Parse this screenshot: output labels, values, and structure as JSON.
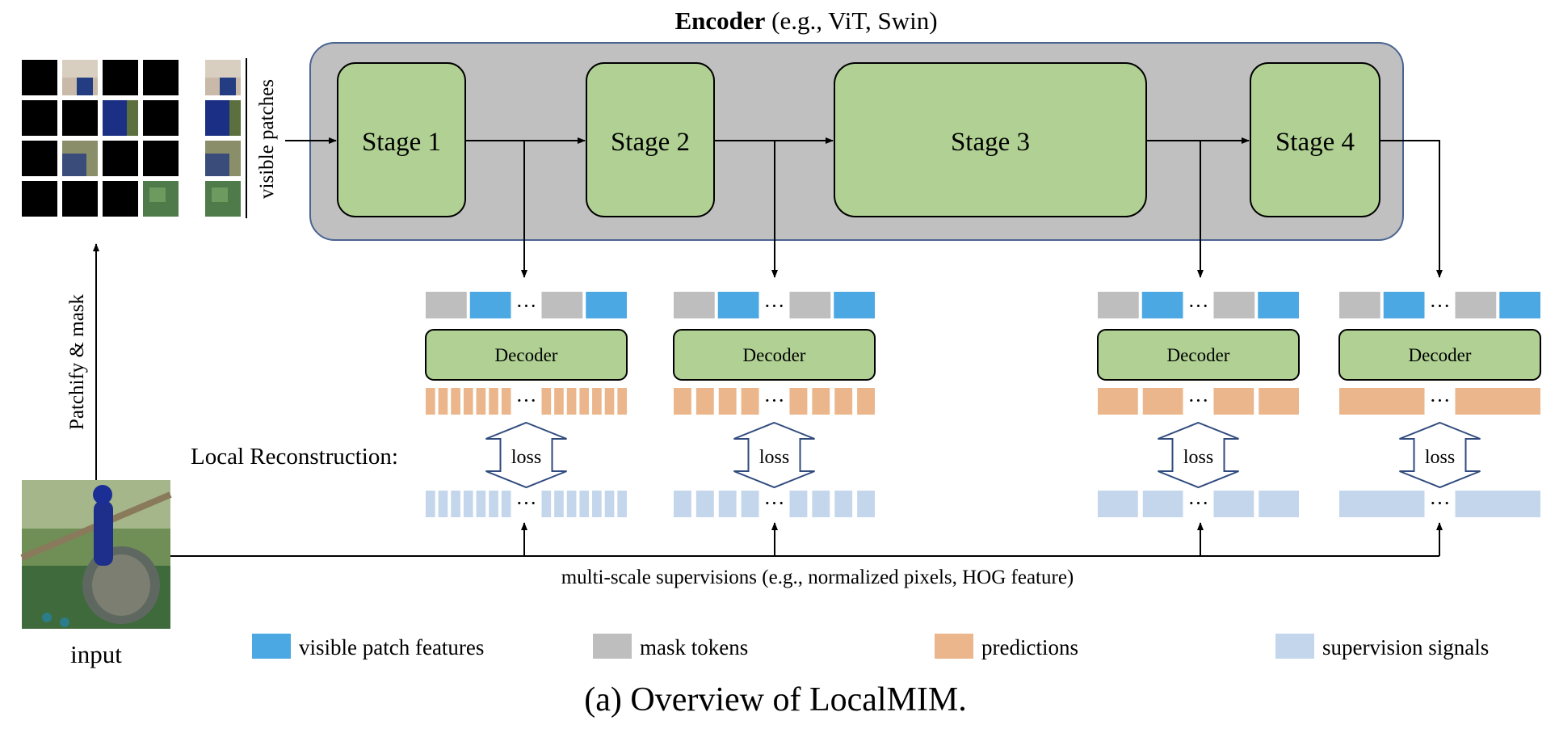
{
  "title": {
    "main": "Encoder",
    "suffix": " (e.g., ViT, Swin)"
  },
  "stages": [
    {
      "label": "Stage 1"
    },
    {
      "label": "Stage 2"
    },
    {
      "label": "Stage 3"
    },
    {
      "label": "Stage 4"
    }
  ],
  "decoder_label": "Decoder",
  "loss_label": "loss",
  "ellipsis": "···",
  "labels": {
    "visible_patches": "visible patches",
    "patchify_mask": "Patchify & mask",
    "input": "input",
    "local_reconstruction": "Local Reconstruction:",
    "supervisions": "multi-scale supervisions (e.g., normalized pixels, HOG feature)"
  },
  "legend": [
    {
      "label": "visible patch features",
      "color": "#4ba8e3"
    },
    {
      "label": "mask tokens",
      "color": "#bebebe"
    },
    {
      "label": "predictions",
      "color": "#ebb68b"
    },
    {
      "label": "supervision signals",
      "color": "#c3d6ec"
    }
  ],
  "caption": "(a) Overview of LocalMIM.",
  "colors": {
    "stage_fill": "#b0d193",
    "encoder_fill": "#c0c0c0",
    "encoder_stroke": "#4a6492",
    "loss_arrow_stroke": "#2f4a7d",
    "visible_feature": "#4ba8e3",
    "mask_token": "#bebebe",
    "prediction": "#ebb68b",
    "supervision": "#c3d6ec"
  }
}
